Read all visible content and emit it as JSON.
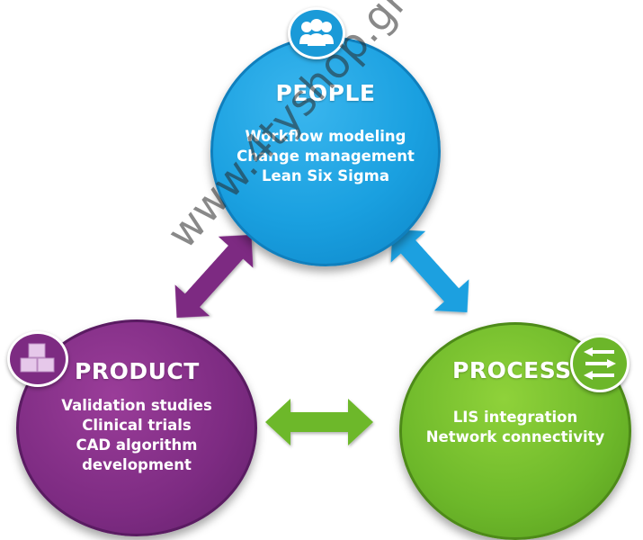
{
  "people": {
    "title": "PEOPLE",
    "items": [
      "Workflow modeling",
      "Change management",
      "Lean Six Sigma"
    ],
    "color": "#1aa0e0",
    "icon": "people-group-icon"
  },
  "product": {
    "title": "PRODUCT",
    "items": [
      "Validation studies",
      "Clinical trials",
      "CAD algorithm",
      "development"
    ],
    "color": "#7d2b82",
    "icon": "stacked-boxes-icon"
  },
  "process": {
    "title": "PROCESS",
    "items": [
      "LIS integration",
      "Network connectivity"
    ],
    "color": "#6db82a",
    "icon": "arrows-exchange-icon"
  },
  "connectors": {
    "people_product_color": "#7d2b82",
    "people_process_color": "#1aa0e0",
    "product_process_color": "#6db82a"
  },
  "watermark": "www.4tyshop.gr"
}
